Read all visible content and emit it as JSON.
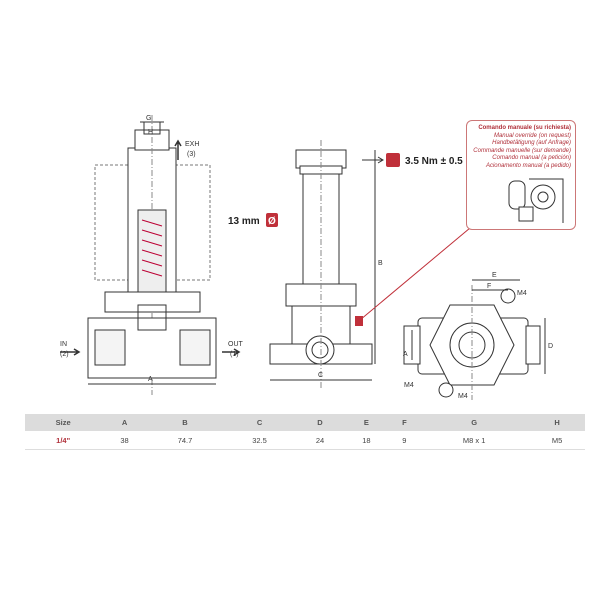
{
  "left_view": {
    "dim_g": "G",
    "dim_h": "H",
    "exhaust_label": "EXH",
    "exhaust_port": "(3)",
    "inlet_label": "IN",
    "inlet_port": "(2)",
    "outlet_label": "OUT",
    "outlet_port": "(1)",
    "dim_a": "A"
  },
  "middle_view": {
    "wrench_size": "13 mm",
    "diameter_symbol": "Ø",
    "torque": "3.5 Nm ± 0.5",
    "dim_b": "B",
    "dim_c": "C"
  },
  "right_view": {
    "dim_e": "E",
    "dim_f": "F",
    "thread_top": "M4",
    "thread_bottom": "M4",
    "thread_side": "M4",
    "dim_a": "A",
    "dim_d": "D"
  },
  "manual_override_note": [
    "Comando manuale (su richiesta)",
    "Manual override (on request)",
    "Handbetätigung (auf Anfrage)",
    "Commande manuelle (sur demande)",
    "Comando manual (a petición)",
    "Acionamento manual (a pedido)"
  ],
  "table": {
    "headers": [
      "Size",
      "A",
      "B",
      "C",
      "D",
      "E",
      "F",
      "G",
      "H"
    ],
    "rows": [
      [
        "1/4\"",
        "38",
        "74.7",
        "32.5",
        "24",
        "18",
        "9",
        "M8 x 1",
        "M5"
      ]
    ]
  },
  "colors": {
    "accent": "#c0303a",
    "line": "#333333",
    "header_bg": "#dcdcdc"
  }
}
